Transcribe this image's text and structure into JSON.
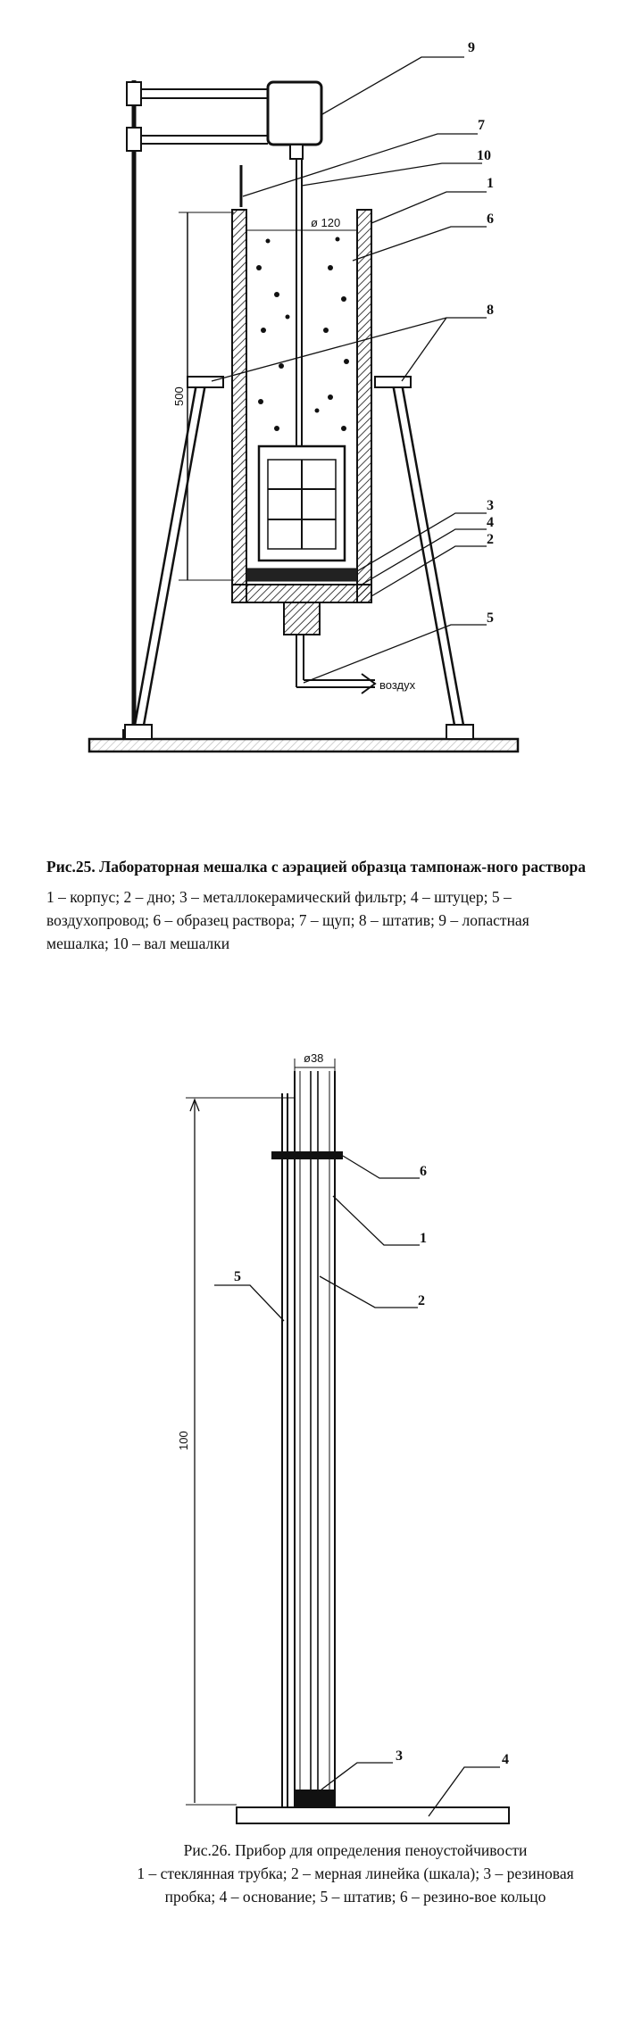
{
  "fig25": {
    "labels": [
      "9",
      "7",
      "10",
      "1",
      "6",
      "8",
      "3",
      "4",
      "2",
      "5"
    ],
    "diameter": "ø 120",
    "height": "500",
    "air": "воздух",
    "caption_title": "Рис.25. Лабораторная мешалка с аэрацией образца тампонаж-ного раствора",
    "caption_legend": "1 – корпус; 2 – дно; 3 – металлокерамический фильтр; 4 – штуцер; 5 – воздухопровод; 6 – образец раствора; 7 – щуп; 8 – штатив; 9 – лопастная мешалка; 10 – вал мешалки"
  },
  "fig26": {
    "labels": [
      "6",
      "1",
      "2",
      "5",
      "3",
      "4"
    ],
    "diameter": "ø38",
    "height": "100",
    "caption_title": "Рис.26. Прибор для определения пеноустойчивости",
    "caption_legend": "1 – стеклянная трубка; 2 – мерная линейка (шкала); 3 – резиновая пробка; 4 – основание; 5 – штатив; 6 – резино-вое кольцо"
  }
}
